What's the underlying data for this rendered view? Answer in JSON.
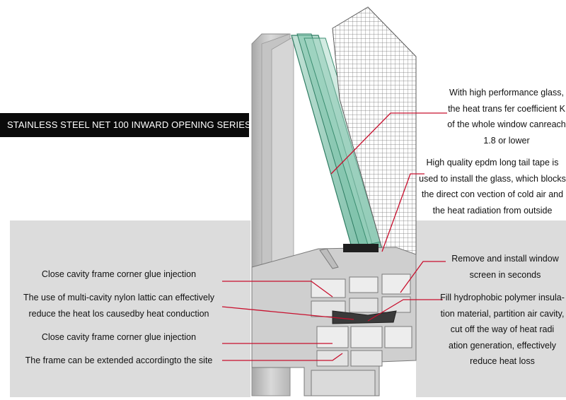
{
  "title": "STAINLESS STEEL NET 100 INWARD OPENING SERIES",
  "callouts_right": [
    {
      "lines": [
        "With high performance glass,",
        "the heat trans fer coefficient K",
        "of the whole window canreach",
        "1.8 or lower"
      ]
    },
    {
      "lines": [
        "High quality epdm long tail tape is",
        "used to install the glass, which blocks",
        "the direct con vection of cold air and",
        "the heat radiation from outside"
      ]
    },
    {
      "lines": [
        "Remove and install window",
        "screen in seconds"
      ]
    },
    {
      "lines": [
        "Fill hydrophobic polymer insula-",
        "tion material, partition air cavity,",
        "cut off the way of heat radi",
        "ation generation, effectively",
        "reduce heat loss"
      ]
    }
  ],
  "callouts_left": [
    {
      "lines": [
        "Close cavity frame corner glue injection"
      ]
    },
    {
      "lines": [
        "The use of multi-cavity nylon lattic can effectively",
        "reduce the heat los causedby heat conduction"
      ]
    },
    {
      "lines": [
        "Close cavity frame corner glue injection"
      ]
    },
    {
      "lines": [
        "The frame can be extended accordingto the site"
      ]
    }
  ],
  "colors": {
    "leader": "#c8102e",
    "panel": "#dcdcdc",
    "title_bg": "#0a0a0a",
    "glass": "#4fa88a"
  }
}
